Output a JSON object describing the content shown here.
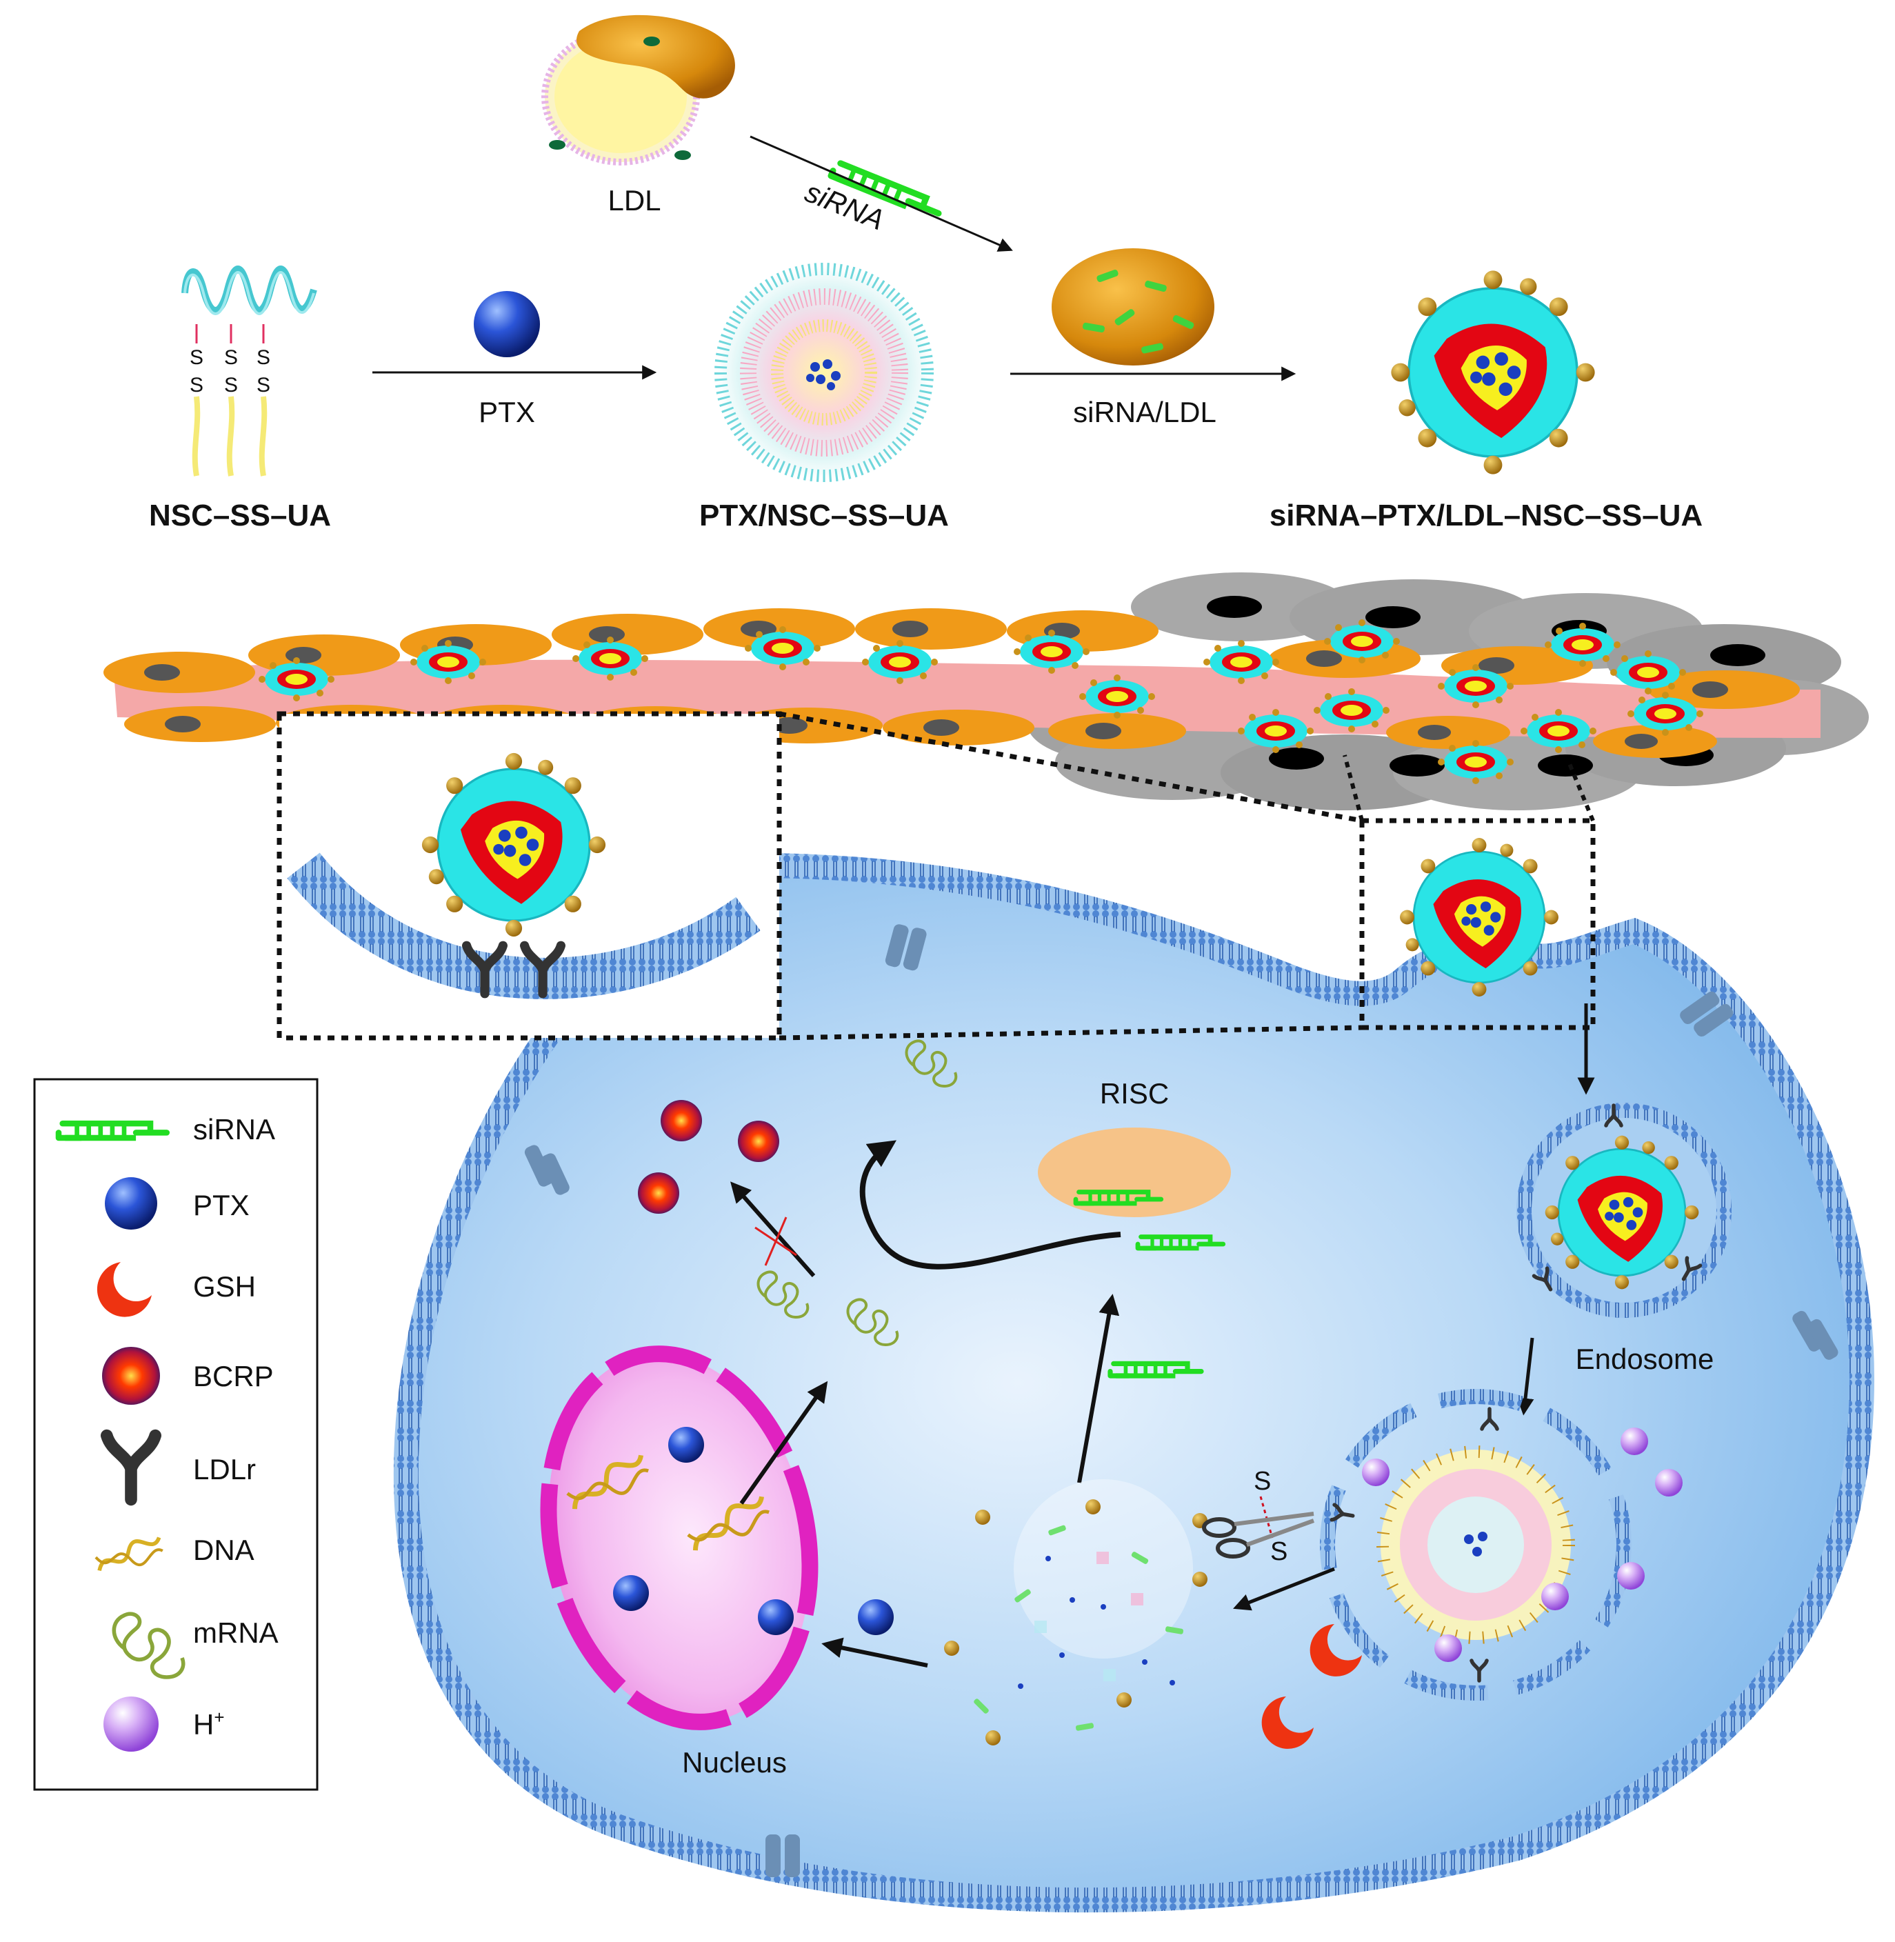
{
  "top": {
    "ldl_label": "LDL",
    "sirna_label": "siRNA",
    "ptx_arrow_label": "PTX",
    "sirna_ldl_arrow_label": "siRNA/LDL",
    "step1_title": "NSC–SS–UA",
    "step2_title": "PTX/NSC–SS–UA",
    "step3_title": "siRNA–PTX/LDL–NSC–SS–UA",
    "disulfide_label": "S",
    "disulfide_pairs": 3
  },
  "cell": {
    "risc_label": "RISC",
    "endosome_label": "Endosome",
    "nucleus_label": "Nucleus",
    "cleave_s_top": "S",
    "cleave_s_bottom": "S"
  },
  "legend": {
    "items": [
      {
        "label": "siRNA",
        "icon": "sirna-icon"
      },
      {
        "label": "PTX",
        "icon": "ptx-sphere-icon"
      },
      {
        "label": "GSH",
        "icon": "gsh-crescent-icon"
      },
      {
        "label": "BCRP",
        "icon": "bcrp-icon"
      },
      {
        "label": "LDLr",
        "icon": "ldl-receptor-icon"
      },
      {
        "label": "DNA",
        "icon": "dna-icon"
      },
      {
        "label": "mRNA",
        "icon": "mrna-icon"
      },
      {
        "label": "H",
        "sup": "+",
        "icon": "proton-icon"
      }
    ]
  },
  "colors": {
    "cyan_shell": "#29e6e6",
    "red_core": "#e30613",
    "yellow_center": "#f6f01e",
    "gold_dot": "#c9921a",
    "ptx_blue": "#1a3fc0",
    "sirna_green": "#22dd22",
    "cell_blue": "#a9cff2",
    "nucleus_pink": "#f3b3ef",
    "nucleus_magenta": "#e022c0",
    "gsh_red": "#ee3311",
    "proton_purple": "#b477e8",
    "vessel_pink": "#f3a6a6",
    "endothelial_orange": "#f09a18",
    "tumor_gray": "#a4a4a4"
  }
}
